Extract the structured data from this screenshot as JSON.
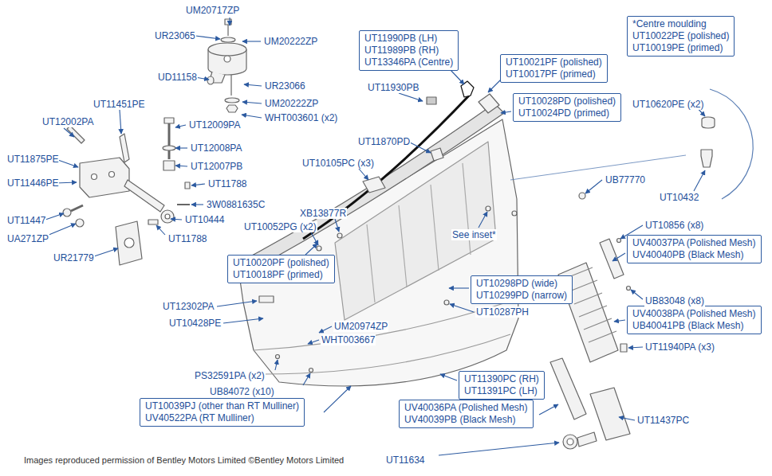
{
  "diagram": {
    "caption": "Images reproduced permission of Bentley Motors Limited ©Bentley Motors Limited",
    "nodes": [
      {
        "text": [
          "UT11990PB (LH)",
          "UT11989PB (RH)",
          "UT13346PA (Centre)"
        ]
      },
      {
        "text": [
          "UT10021PF (polished)",
          "UT10017PF (primed)"
        ]
      },
      {
        "text": [
          "UT10028PD (polished)",
          "UT10024PD (primed)"
        ]
      },
      {
        "text": [
          "*Centre moulding",
          "UT10022PE (polished)",
          "UT10019PE (primed)"
        ]
      },
      {
        "text": [
          "UT10020PF (polished)",
          "UT10018PF (primed)"
        ]
      },
      {
        "text": [
          "UT10298PD (wide)",
          "UT10299PD (narrow)"
        ]
      },
      {
        "text": [
          "UV40037PA (Polished Mesh)",
          "UV40040PB (Black Mesh)"
        ]
      },
      {
        "text": [
          "UV40038PA (Polished Mesh)",
          "UB40041PB (Black Mesh)"
        ]
      },
      {
        "text": [
          "UT11390PC (RH)",
          "UT11391PC (LH)"
        ]
      },
      {
        "text": [
          "UT10039PJ (other than RT Mulliner)",
          "UV40522PA (RT Mulliner)"
        ]
      },
      {
        "text": [
          "UV40036PA (Polished Mesh)",
          "UV40039PB (Black Mesh)"
        ]
      }
    ],
    "labels": [
      "UM20717ZP",
      "UR23065",
      "UM20222ZP",
      "UD11158",
      "UR23066",
      "UM20222ZP",
      "WHT003601 (x2)",
      "UT11451PE",
      "UT12002PA",
      "UT12009PA",
      "UT12008PA",
      "UT11875PE",
      "UT12007PB",
      "UT11446PE",
      "UT11788",
      "3W0881635C",
      "UT10444",
      "UT11447",
      "UA271ZP",
      "UT11788",
      "UR21779",
      "UT11930PB",
      "UT11870PD",
      "UT10105PC (x3)",
      "XB13877R",
      "UT10052PG (x2)",
      "See inset*",
      "UT10620PE (x2)",
      "UB77770",
      "UT10432",
      "UT10856 (x8)",
      "UB83048 (x8)",
      "UT10287PH",
      "UT12302PA",
      "UT10428PE",
      "UM20974ZP",
      "WHT003667",
      "PS32591PA (x2)",
      "UB84072 (x10)",
      "UT11940PA (x3)",
      "UT11437PC",
      "UT11634"
    ]
  }
}
